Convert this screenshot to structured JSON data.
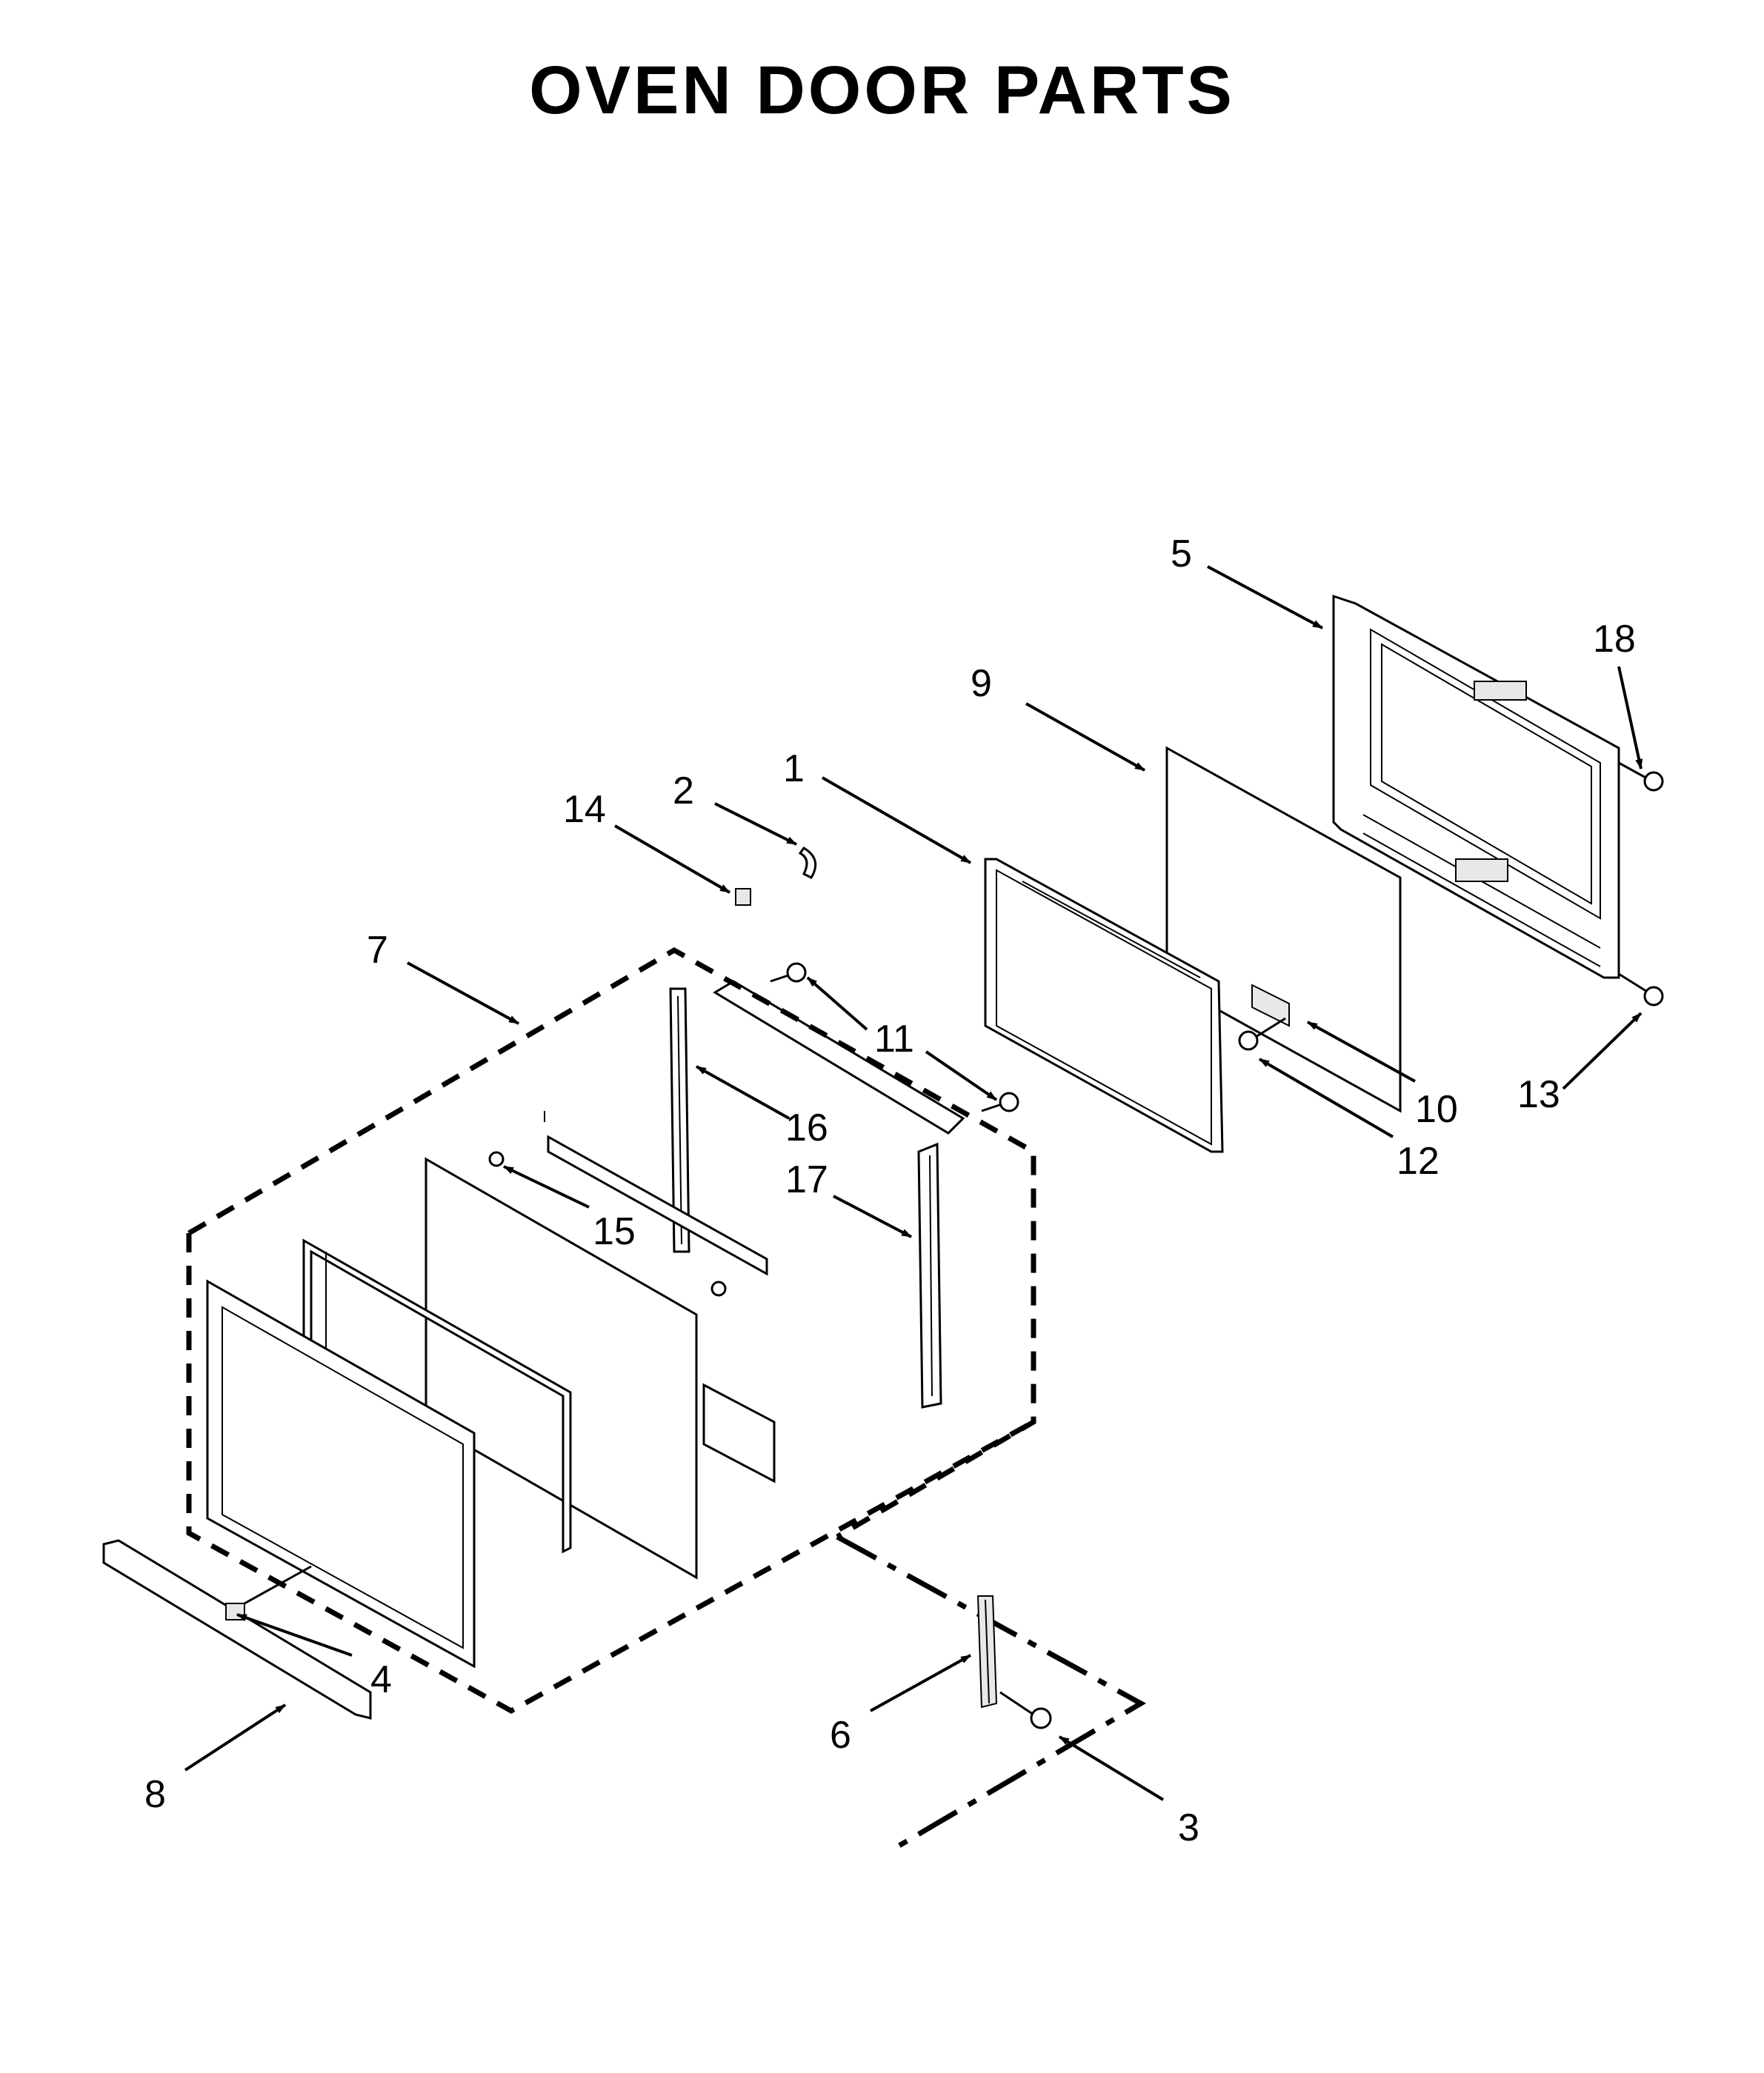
{
  "title": "OVEN DOOR PARTS",
  "callouts": {
    "c1": "1",
    "c2": "2",
    "c3": "3",
    "c4": "4",
    "c5": "5",
    "c6": "6",
    "c7": "7",
    "c8": "8",
    "c9": "9",
    "c10": "10",
    "c11": "11",
    "c12": "12",
    "c13": "13",
    "c14": "14",
    "c15": "15",
    "c16": "16",
    "c17": "17",
    "c18": "18"
  }
}
